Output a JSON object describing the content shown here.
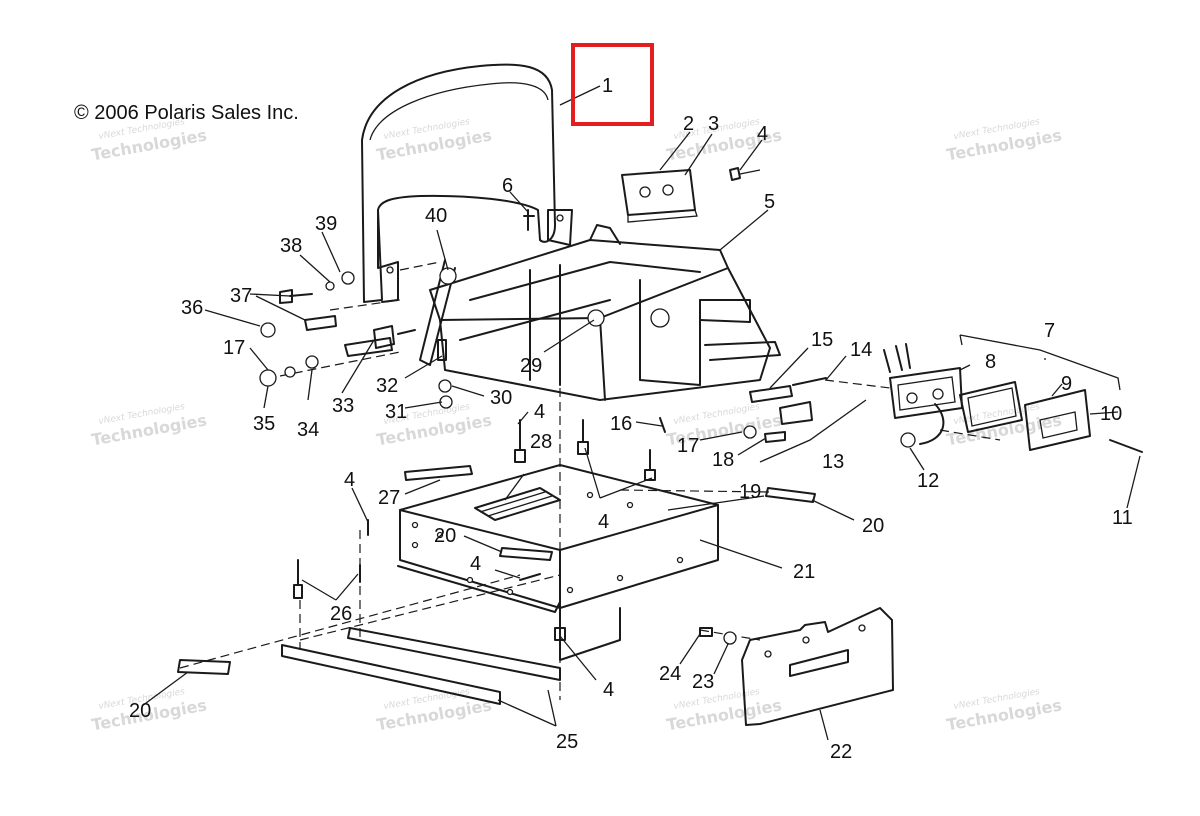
{
  "copyright": "© 2006 Polaris Sales Inc.",
  "watermark": {
    "line1": "vNext Technologies",
    "line2": "vNext",
    "line3": "Technologies"
  },
  "highlight": {
    "part": "1",
    "color": "#e41e1e"
  },
  "callouts": {
    "c1": "1",
    "c2": "2",
    "c3": "3",
    "c4a": "4",
    "c5": "5",
    "c6": "6",
    "c7": "7",
    "c8": "8",
    "c9": "9",
    "c10": "10",
    "c11": "11",
    "c12": "12",
    "c13": "13",
    "c14": "14",
    "c15": "15",
    "c16": "16",
    "c17a": "17",
    "c17b": "17",
    "c18": "18",
    "c19": "19",
    "c20a": "20",
    "c20b": "20",
    "c20c": "20",
    "c21": "21",
    "c22": "22",
    "c23": "23",
    "c24": "24",
    "c25": "25",
    "c26": "26",
    "c27": "27",
    "c28": "28",
    "c29": "29",
    "c30": "30",
    "c31": "31",
    "c32": "32",
    "c33": "33",
    "c34": "34",
    "c35": "35",
    "c36": "36",
    "c37": "37",
    "c38": "38",
    "c39": "39",
    "c40": "40",
    "c4b": "4",
    "c4c": "4",
    "c4d": "4",
    "c4e": "4",
    "c4f": "4"
  }
}
